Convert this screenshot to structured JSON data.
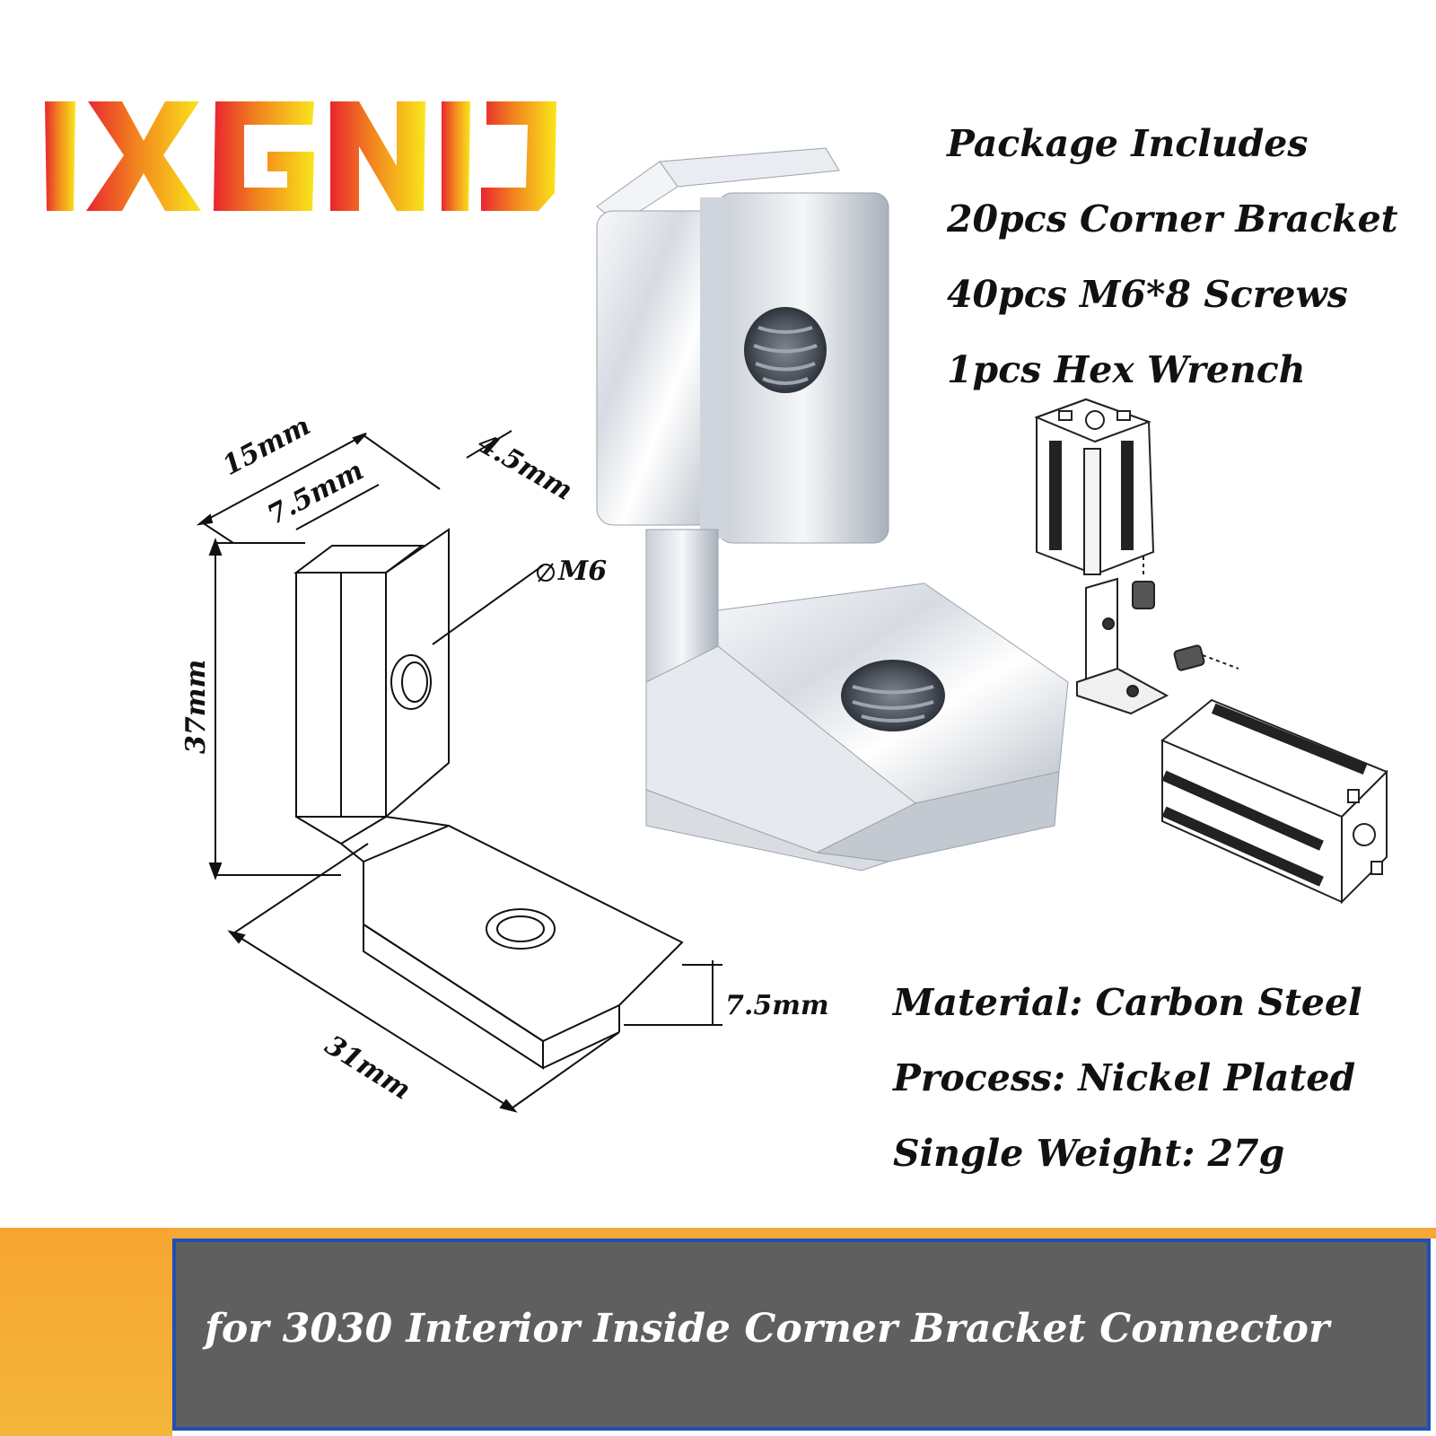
{
  "brand": {
    "logo_text": "IXGNIJ"
  },
  "package": {
    "heading": "Package Includes",
    "items": [
      "20pcs Corner Bracket",
      "40pcs M6*8 Screws",
      "1pcs Hex Wrench"
    ]
  },
  "specs": [
    {
      "label": "Material:",
      "value": "Carbon Steel"
    },
    {
      "label": "Process:",
      "value": "Nickel Plated"
    },
    {
      "label": "Single Weight:",
      "value": "27g"
    }
  ],
  "dimensions": {
    "width_top": "15mm",
    "slot_width": "7.5mm",
    "depth": "4.5mm",
    "thread": "M6",
    "height": "37mm",
    "length": "31mm",
    "thickness": "7.5mm"
  },
  "banner": {
    "text": "for 3030 Interior Inside Corner Bracket Connector"
  },
  "colors": {
    "logo_gradient": [
      "#e8262f",
      "#f2871e",
      "#f9e51b"
    ],
    "banner_bg": "#5f5f5f",
    "banner_border": "#1f4fb5",
    "accent_orange": "#f3a838"
  }
}
